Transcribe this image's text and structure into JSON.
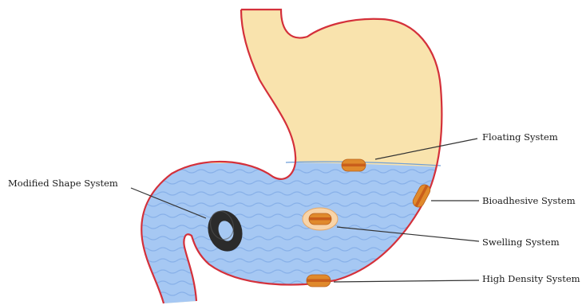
{
  "labels": {
    "floating": "Floating  System",
    "bioadhesive": "Bioadhesive System",
    "swelling": "Swelling System",
    "high_density": "High Density System",
    "modified_shape": "Modified Shape System"
  },
  "colors": {
    "stomach_upper": "#f9e3ad",
    "stomach_fluid": "#a6c8f3",
    "wave": "#7ea9e5",
    "outline": "#d4303a",
    "tablet": "#e08a2c",
    "tablet_band": "#c95e1b",
    "swelling_halo": "#f8d4a8",
    "ring": "#2b2b2b",
    "leader_line": "#333333"
  },
  "icons": {
    "floating": "floating-tablet-icon",
    "bioadhesive": "bioadhesive-tablet-icon",
    "swelling": "swelling-tablet-icon",
    "high_density": "high-density-tablet-icon",
    "modified_shape": "ring-device-icon"
  }
}
